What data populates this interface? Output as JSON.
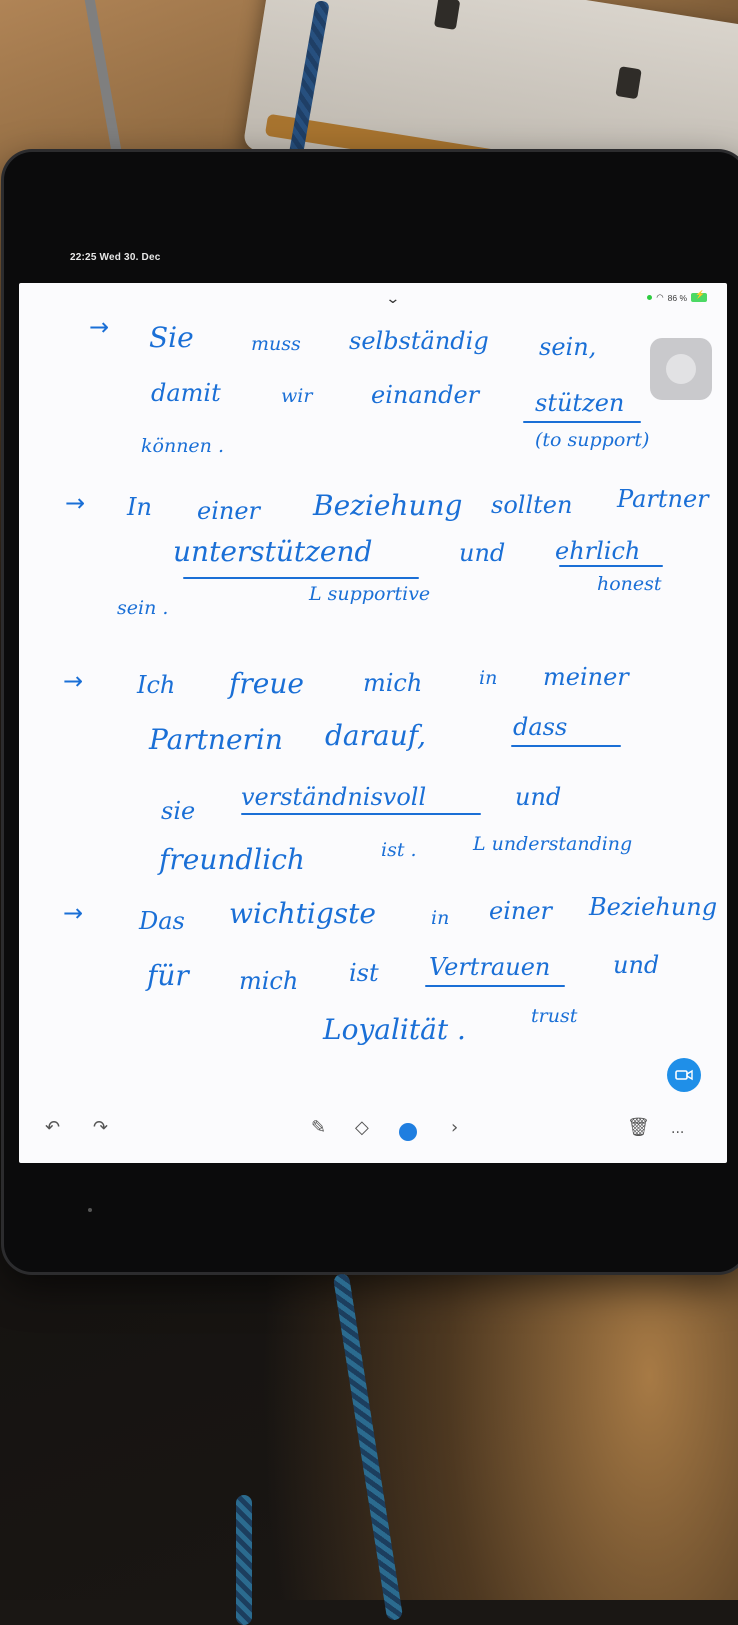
{
  "status_bar": {
    "time_date": "22:25  Wed 30. Dec",
    "battery": "86 %"
  },
  "notes": {
    "line1a": "Sie",
    "line1b": "muss",
    "line1c": "selbständig",
    "line1d": "sein,",
    "line2a": "damit",
    "line2b": "wir",
    "line2c": "einander",
    "line2d": "stützen",
    "line3a": "können .",
    "line3b": "(to support)",
    "line4a": "In",
    "line4b": "einer",
    "line4c": "Beziehung",
    "line4d": "sollten",
    "line4e": "Partner",
    "line5a": "unterstützend",
    "line5b": "und",
    "line5c": "ehrlich",
    "line6a": "sein .",
    "line6b": "L supportive",
    "line6c": "honest",
    "line7a": "Ich",
    "line7b": "freue",
    "line7c": "mich",
    "line7d": "in",
    "line7e": "meiner",
    "line8a": "Partnerin",
    "line8b": "darauf,",
    "line8c": "dass",
    "line9a": "sie",
    "line9b": "verständnisvoll",
    "line9c": "und",
    "line10a": "freundlich",
    "line10b": "ist .",
    "line10c": "L understanding",
    "line11a": "Das",
    "line11b": "wichtigste",
    "line11c": "in",
    "line11d": "einer",
    "line11e": "Beziehung",
    "line12a": "für",
    "line12b": "mich",
    "line12c": "ist",
    "line12d": "Vertrauen",
    "line12e": "und",
    "line13a": "Loyalität .",
    "line13b": "trust"
  },
  "toolbar": {
    "more_label": "..."
  },
  "colors": {
    "ink": "#1a6fd6",
    "accent": "#1f8fe8"
  },
  "icons": [
    "undo-icon",
    "redo-icon",
    "pencil-icon",
    "eraser-icon",
    "color-dot",
    "chevron-right-icon",
    "trash-icon",
    "more-icon",
    "camera-icon",
    "chevron-down-icon",
    "wifi-icon"
  ]
}
